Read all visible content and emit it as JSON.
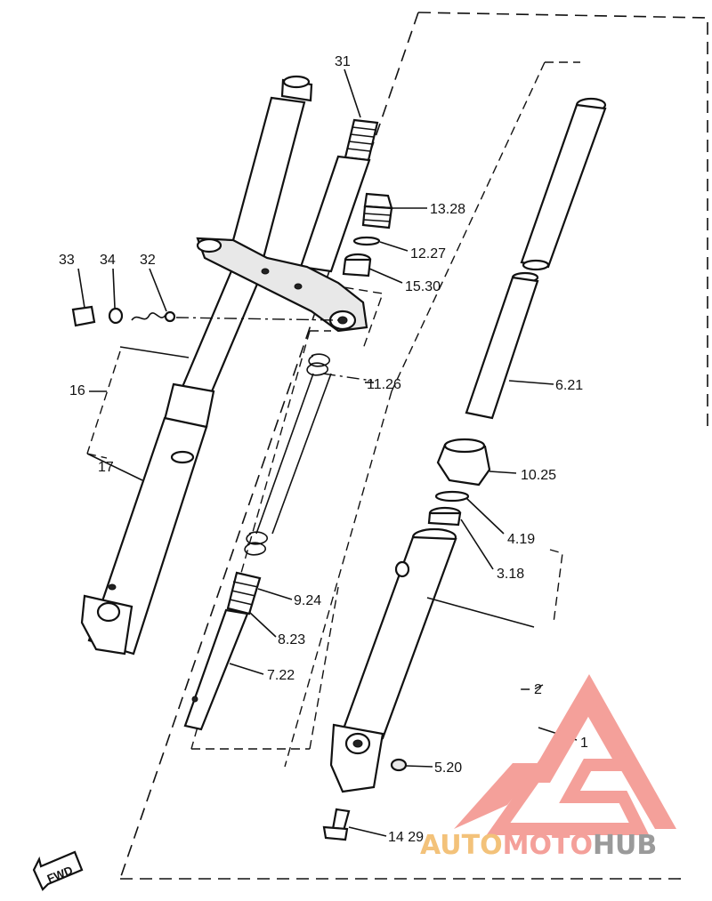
{
  "callouts": {
    "p31": "31",
    "p13": "13.28",
    "p12": "12.27",
    "p15": "15.30",
    "p33": "33",
    "p34": "34",
    "p32": "32",
    "p11": "11.26",
    "p16": "16",
    "p17": "17",
    "p6": "6.21",
    "p10": "10.25",
    "p4": "4.19",
    "p3": "3.18",
    "p9": "9.24",
    "p8": "8.23",
    "p7": "7.22",
    "p2": "2",
    "p1": "1",
    "p5": "5.20",
    "p14": "14 29"
  },
  "direction_badge": "FWD",
  "watermark": {
    "part1": "AUTO",
    "part2": "MOTO",
    "part3": "HUB",
    "color_red": "#f4a09a",
    "color_orange": "#f3c27a",
    "color_grey": "#9a9a9a"
  }
}
